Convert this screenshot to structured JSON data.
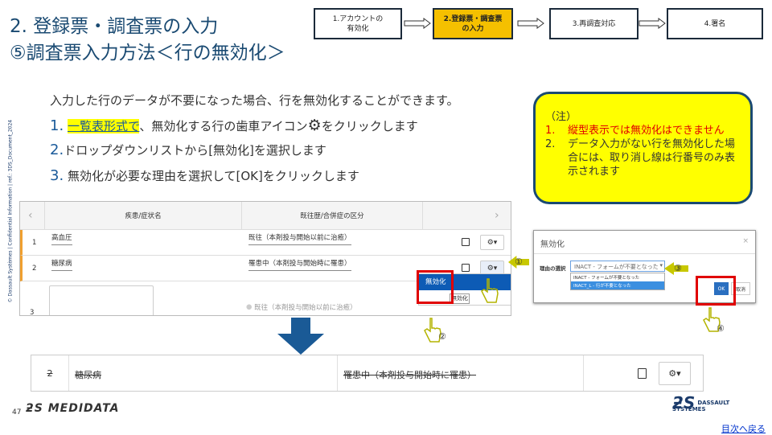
{
  "title": {
    "line1": "2. 登録票・調査票の入力",
    "line2": "⑤調査票入力方法＜行の無効化＞"
  },
  "process": [
    {
      "label": "1.アカウントの\n有効化",
      "active": false
    },
    {
      "label": "2.登録票・調査票\nの入力",
      "active": true
    },
    {
      "label": "3.再調査対応",
      "active": false
    },
    {
      "label": "4.署名",
      "active": false
    }
  ],
  "intro": "入力した行のデータが不要になった場合、行を無効化することができます。",
  "steps": [
    {
      "num": "1.",
      "highlight": "一覧表形式で",
      "text_a": "、無効化する行の歯車アイコン",
      "text_b": "をクリックします"
    },
    {
      "num": "2.",
      "text": "ドロップダウンリストから[無効化]を選択します"
    },
    {
      "num": "3.",
      "text": "無効化が必要な理由を選択して[OK]をクリックします"
    }
  ],
  "note": {
    "heading": "（注）",
    "items": [
      {
        "num": "1.",
        "text": "縦型表示では無効化はできません"
      },
      {
        "num": "2.",
        "text": "データ入力がない行を無効化した場合には、取り消し線は行番号のみ表示されます"
      }
    ]
  },
  "table": {
    "prev": "‹",
    "next": "›",
    "headers": [
      "疾患/症状名",
      "既往歴/合併症の区分"
    ],
    "rows": [
      {
        "num": "1",
        "disease": "高血圧",
        "category": "既往（本剤投与開始以前に治癒）"
      },
      {
        "num": "2",
        "disease": "糖尿病",
        "category": "罹患中（本剤投与開始時に罹患）"
      },
      {
        "num": "3",
        "disease": "",
        "category": "既往（本剤投与開始以前に治癒）"
      }
    ],
    "gear_label": "⚙▾",
    "menu": {
      "item": "無効化",
      "tooltip": "無効化"
    }
  },
  "dialog": {
    "title": "無効化",
    "close": "×",
    "reason_label": "理由の選択",
    "selected": "INACT - フォームが不要となった",
    "options": [
      "INACT - フォームが不要となった",
      "INACT_L - 行が不要となった"
    ],
    "ok": "OK",
    "cancel": "取消"
  },
  "result_row": {
    "num": "2",
    "disease": "糖尿病",
    "category": "罹患中（本剤投与開始時に罹患）"
  },
  "callouts": [
    "①",
    "②",
    "③",
    "④"
  ],
  "footer": {
    "page": "47",
    "medidata_logo": "MEDIDATA",
    "dassault_logo": "DASSAULT SYSTEMES",
    "toc_link": "目次へ戻る",
    "side_text": "© Dassault Systèmes | Confidential Information | ref.: 3DS_Document_2024"
  },
  "colors": {
    "title": "#1a4a72",
    "active_step": "#f5c000",
    "note_bg": "#ffff00",
    "alert": "#e00000",
    "accent": "#1a5a9a"
  }
}
